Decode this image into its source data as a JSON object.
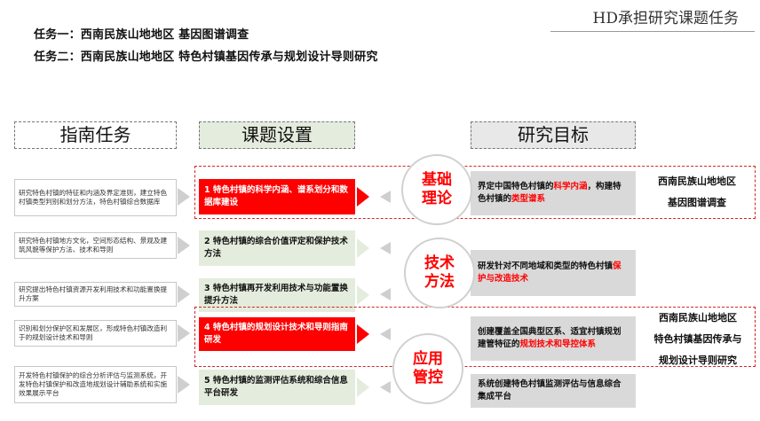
{
  "header": {
    "title": "HD承担研究课题任务",
    "task1": "任务一：西南民族山地地区 基因图谱调查",
    "task2": "任务二：西南民族山地地区 特色村镇基因传承与规划设计导则研究"
  },
  "columns": {
    "guide": "指南任务",
    "topic": "课题设置",
    "goal": "研究目标"
  },
  "guide_items": [
    "研究特色村镇的特征和内涵及界定准则，建立特色村镇类型判别和划分方法，特色村镇综合数据库",
    "研究特色村镇地方文化，空间形态结构、景观及建筑风貌等保护方法、技术和导则",
    "研究提出特色村镇资源开发利用技术和功能置换提升方案",
    "识别和划分保护区和发展区，形成特色村镇改造利于的规划设计技术和导则",
    "开发特色村镇保护的综合分析评估与监测系统，开发特色村镇保护和改造地规划设计辅助系统和实施效果展示平台"
  ],
  "topics": [
    "1 特色村镇的科学内涵、谱系划分和数据库建设",
    "2 特色村镇的综合价值评定和保护技术方法",
    "3 特色村镇再开发利用技术与功能置换提升方法",
    "4 特色村镇的规划设计技术和导则指南研发",
    "5 特色村镇的监测评估系统和综合信息平台研发"
  ],
  "circles": [
    {
      "line1": "基础",
      "line2": "理论"
    },
    {
      "line1": "技术",
      "line2": "方法"
    },
    {
      "line1": "应用",
      "line2": "管控"
    }
  ],
  "goals": [
    {
      "pre": "界定中国特色村镇的",
      "hl1": "科学内涵",
      "mid": "，构建特色村镇的",
      "hl2": "类型谱系",
      "post": ""
    },
    {
      "pre": "研发针对不同地域和类型的特色村镇",
      "hl1": "保护与改造技术",
      "mid": "",
      "hl2": "",
      "post": ""
    },
    {
      "pre": "创建覆盖全国典型区系、适宜村镇规划建管特征的",
      "hl1": "规划技术和导控体系",
      "mid": "",
      "hl2": "",
      "post": ""
    },
    {
      "pre": "系统创建特色村镇监测评估与信息综合集成平台",
      "hl1": "",
      "mid": "",
      "hl2": "",
      "post": ""
    }
  ],
  "side_labels": {
    "first": [
      "西南民族山地地区",
      "基因图谱调查"
    ],
    "second": [
      "西南民族山地地区",
      "特色村镇基因传承与",
      "规划设计导则研究"
    ]
  },
  "colors": {
    "highlight": "#ff0000",
    "topic_bg": "#e4ecdd",
    "goal_bg": "#d9d9d9",
    "frame": "#d42424"
  }
}
